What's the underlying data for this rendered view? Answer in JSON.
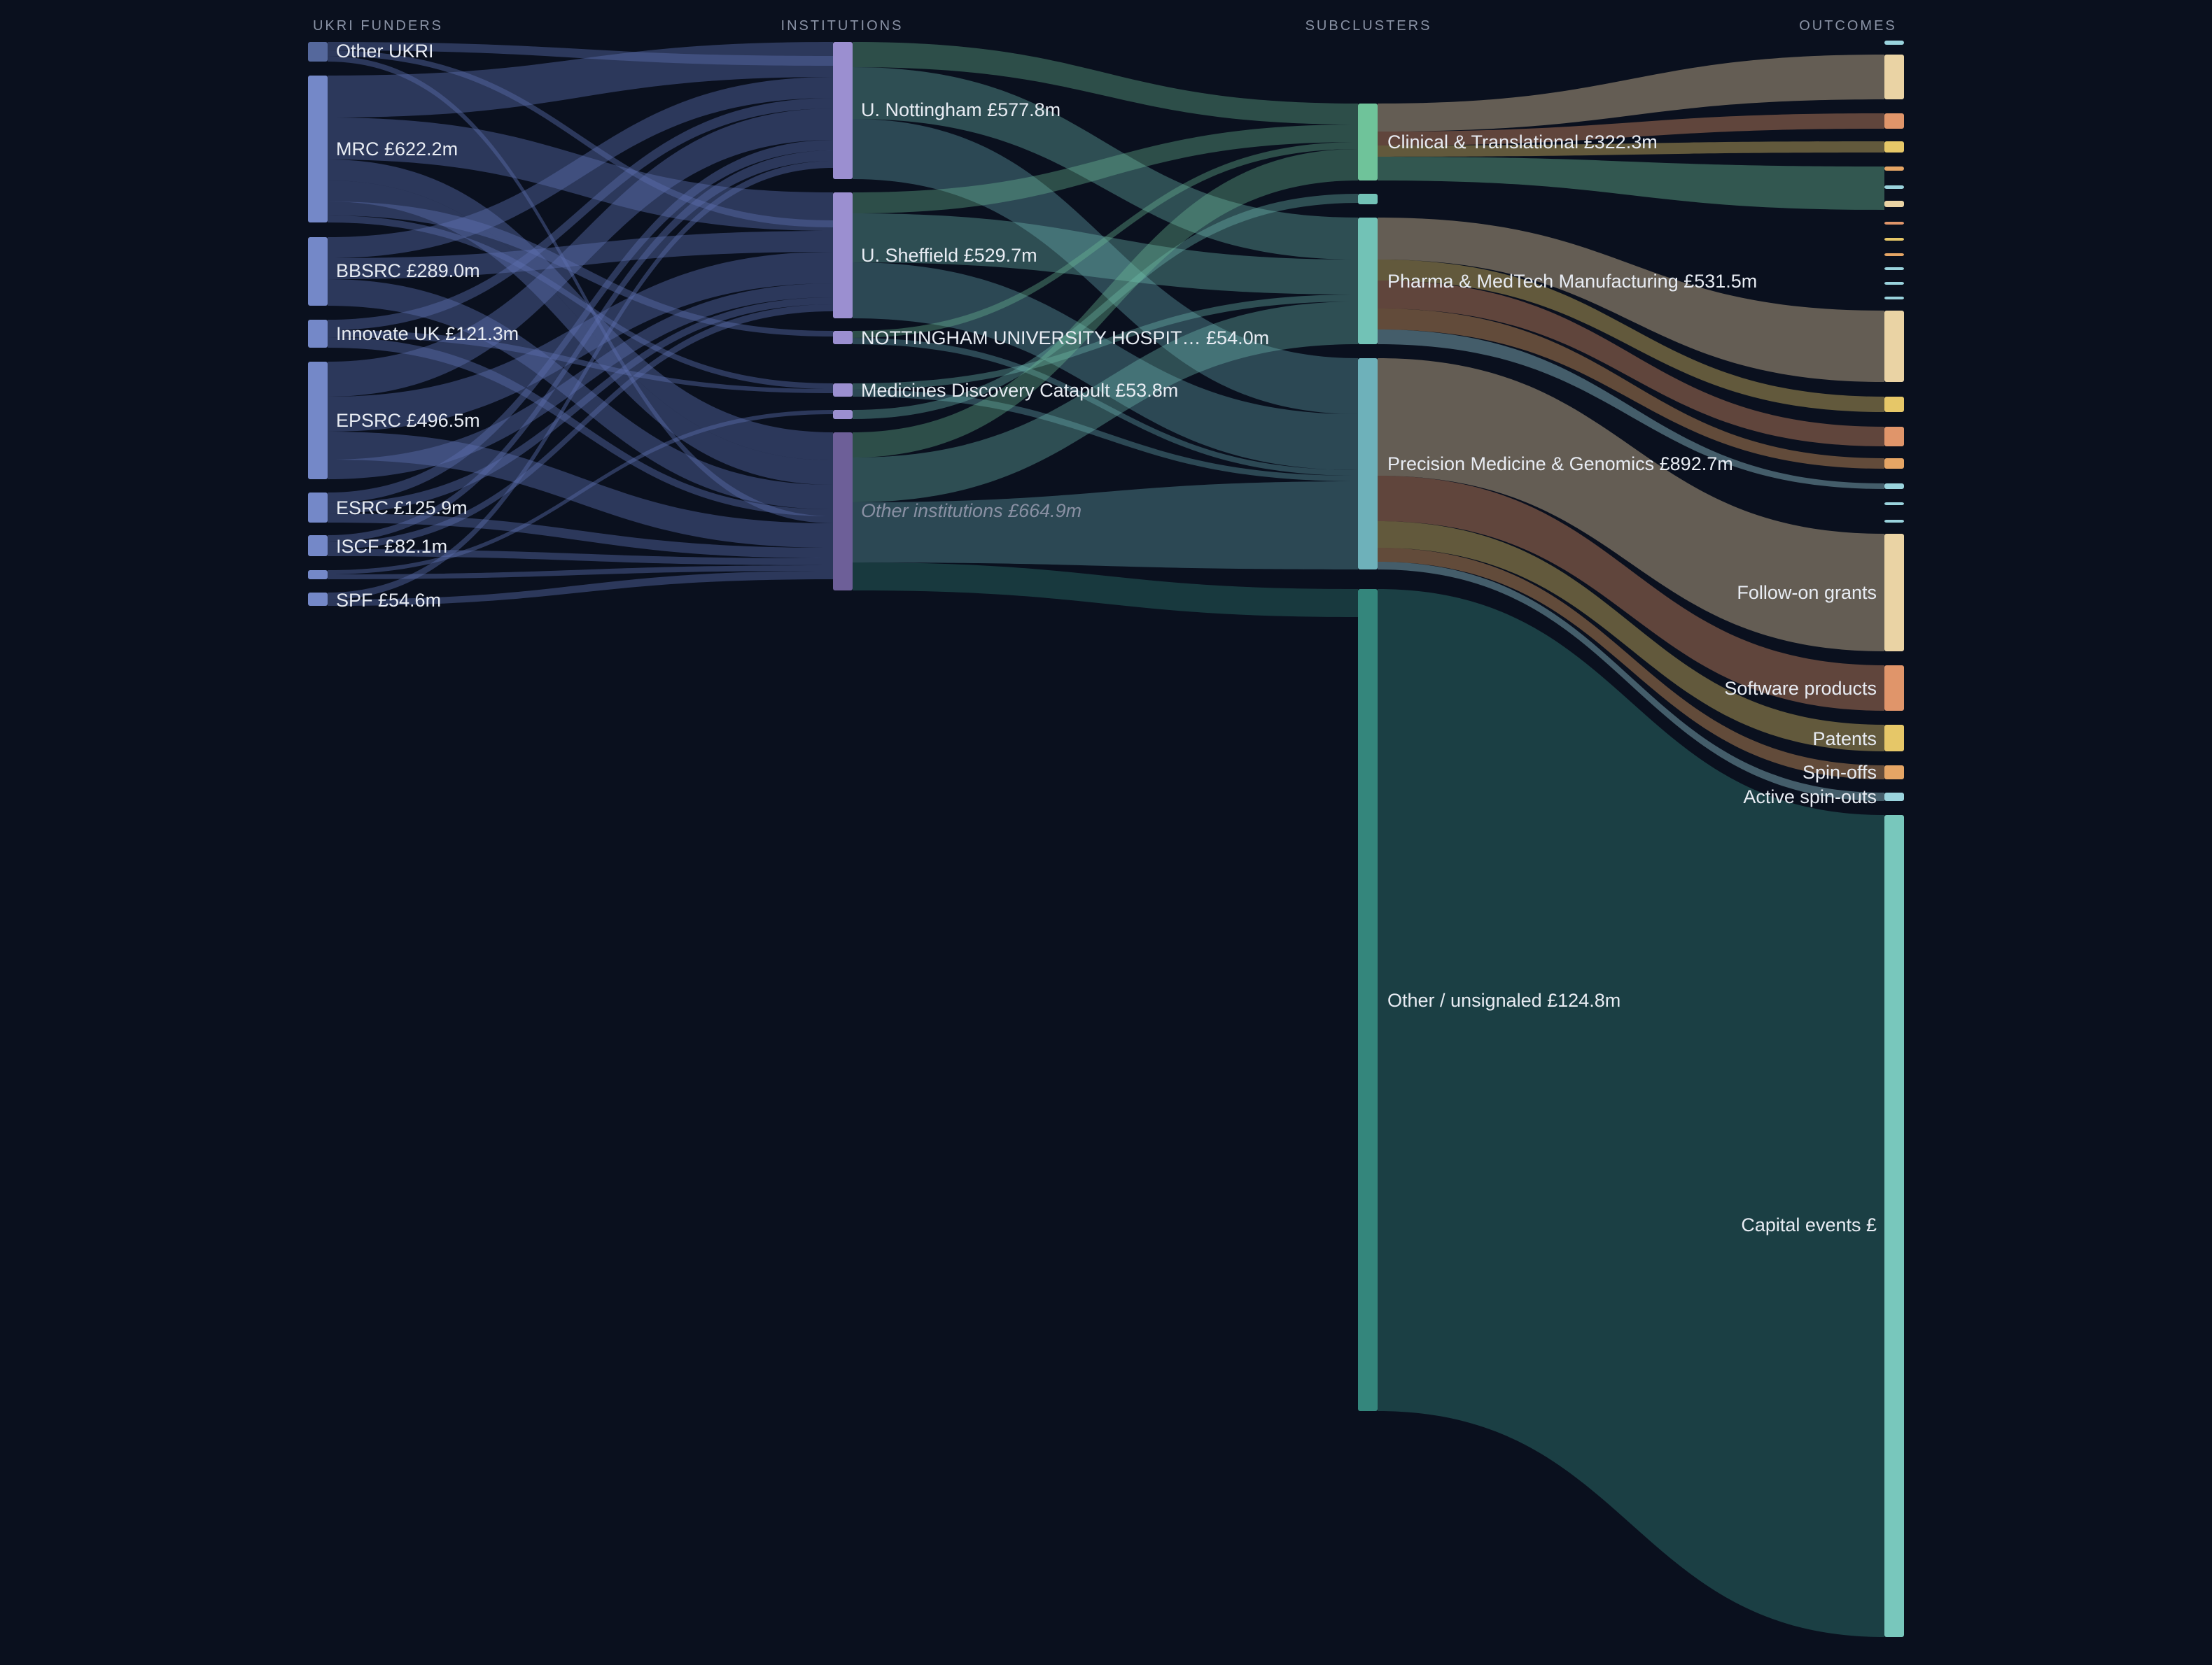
{
  "headers": {
    "funders": "UKRI FUNDERS",
    "institutions": "INSTITUTIONS",
    "subclusters": "SUBCLUSTERS",
    "outcomes": "OUTCOMES"
  },
  "colors": {
    "background": "#0a101e",
    "funder_node": "#7488c8",
    "funder_node_dim": "#55689c",
    "funder_link": "#5d6fb0",
    "institution_node": "#9b8fd0",
    "institution_other": "#6d5f98",
    "clinical": "#6fc39a",
    "pharma": "#72c2b6",
    "precision": "#6eb1ba",
    "other_sub": "#34867c",
    "grants": "#ead3a4",
    "software": "#e0956a",
    "patents": "#e6c768",
    "spinoffs": "#e5a565",
    "spinouts": "#9ad3dd",
    "capital": "#78c7bc"
  },
  "nodes": {
    "funders": [
      {
        "id": "f_other",
        "label": "Other UKRI",
        "value": 40
      },
      {
        "id": "f_mrc",
        "label": "MRC £622.2m",
        "value": 622.2
      },
      {
        "id": "f_bbsrc",
        "label": "BBSRC £289.0m",
        "value": 289.0
      },
      {
        "id": "f_iuk",
        "label": "Innovate UK £121.3m",
        "value": 121.3
      },
      {
        "id": "f_epsrc",
        "label": "EPSRC £496.5m",
        "value": 496.5
      },
      {
        "id": "f_esrc",
        "label": "ESRC £125.9m",
        "value": 125.9
      },
      {
        "id": "f_iscf",
        "label": "ISCF £82.1m",
        "value": 82.1
      },
      {
        "id": "f_small",
        "label": "",
        "value": 25
      },
      {
        "id": "f_spf",
        "label": "SPF £54.6m",
        "value": 54.6
      }
    ],
    "institutions": [
      {
        "id": "i_nott",
        "label": "U. Nottingham £577.8m",
        "value": 577.8
      },
      {
        "id": "i_shef",
        "label": "U. Sheffield £529.7m",
        "value": 529.7
      },
      {
        "id": "i_nuh",
        "label": "NOTTINGHAM UNIVERSITY HOSPIT… £54.0m",
        "value": 54.0
      },
      {
        "id": "i_mdc",
        "label": "Medicines Discovery Catapult £53.8m",
        "value": 53.8
      },
      {
        "id": "i_small",
        "label": "",
        "value": 30
      },
      {
        "id": "i_other",
        "label": "Other institutions £664.9m",
        "value": 664.9,
        "other": true
      }
    ],
    "subclusters": [
      {
        "id": "s_clin",
        "label": "Clinical & Translational £322.3m",
        "value": 322.3
      },
      {
        "id": "s_small",
        "label": "",
        "value": 40
      },
      {
        "id": "s_pharma",
        "label": "Pharma & MedTech Manufacturing £531.5m",
        "value": 531.5
      },
      {
        "id": "s_prec",
        "label": "Precision Medicine & Genomics £892.7m",
        "value": 892.7
      },
      {
        "id": "s_other",
        "label": "Other / unsignaled £124.8m",
        "value": 124.8
      }
    ],
    "outcomes": [
      {
        "id": "o_grants",
        "label": "Follow-on grants"
      },
      {
        "id": "o_software",
        "label": "Software products"
      },
      {
        "id": "o_patents",
        "label": "Patents"
      },
      {
        "id": "o_spinoffs",
        "label": "Spin-offs"
      },
      {
        "id": "o_spinouts",
        "label": "Active spin-outs"
      },
      {
        "id": "o_capital",
        "label": "Capital events £"
      }
    ]
  }
}
